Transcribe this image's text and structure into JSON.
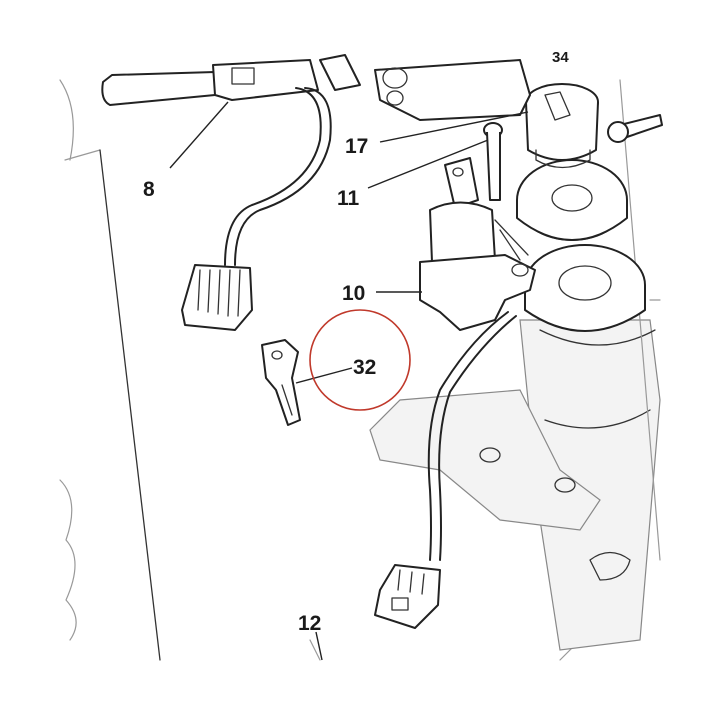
{
  "callouts": {
    "c8": "8",
    "c10": "10",
    "c11": "11",
    "c12": "12",
    "c17": "17",
    "c32": "32",
    "c_top": "34"
  },
  "highlight": {
    "target": "32",
    "color": "#c0392b"
  }
}
